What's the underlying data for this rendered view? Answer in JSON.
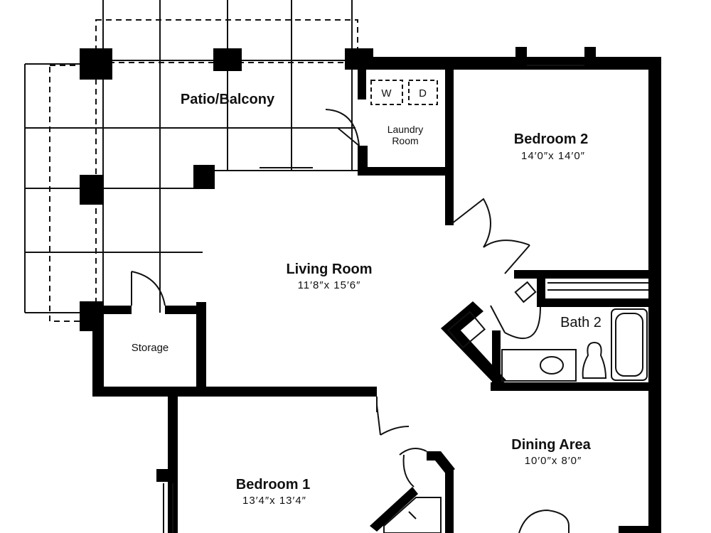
{
  "rooms": {
    "patio": {
      "name": "Patio/Balcony"
    },
    "laundry": {
      "name_line1": "Laundry",
      "name_line2": "Room"
    },
    "bedroom2": {
      "name": "Bedroom 2",
      "dims": "14′0″x 14′0″"
    },
    "living": {
      "name": "Living Room",
      "dims": "11′8″x 15′6″"
    },
    "bath2": {
      "name": "Bath 2"
    },
    "storage": {
      "name": "Storage"
    },
    "dining": {
      "name": "Dining Area",
      "dims": "10′0″x 8′0″"
    },
    "bedroom1": {
      "name": "Bedroom 1",
      "dims": "13′4″x 13′4″"
    }
  },
  "appliances": {
    "washer": "W",
    "dryer": "D"
  }
}
